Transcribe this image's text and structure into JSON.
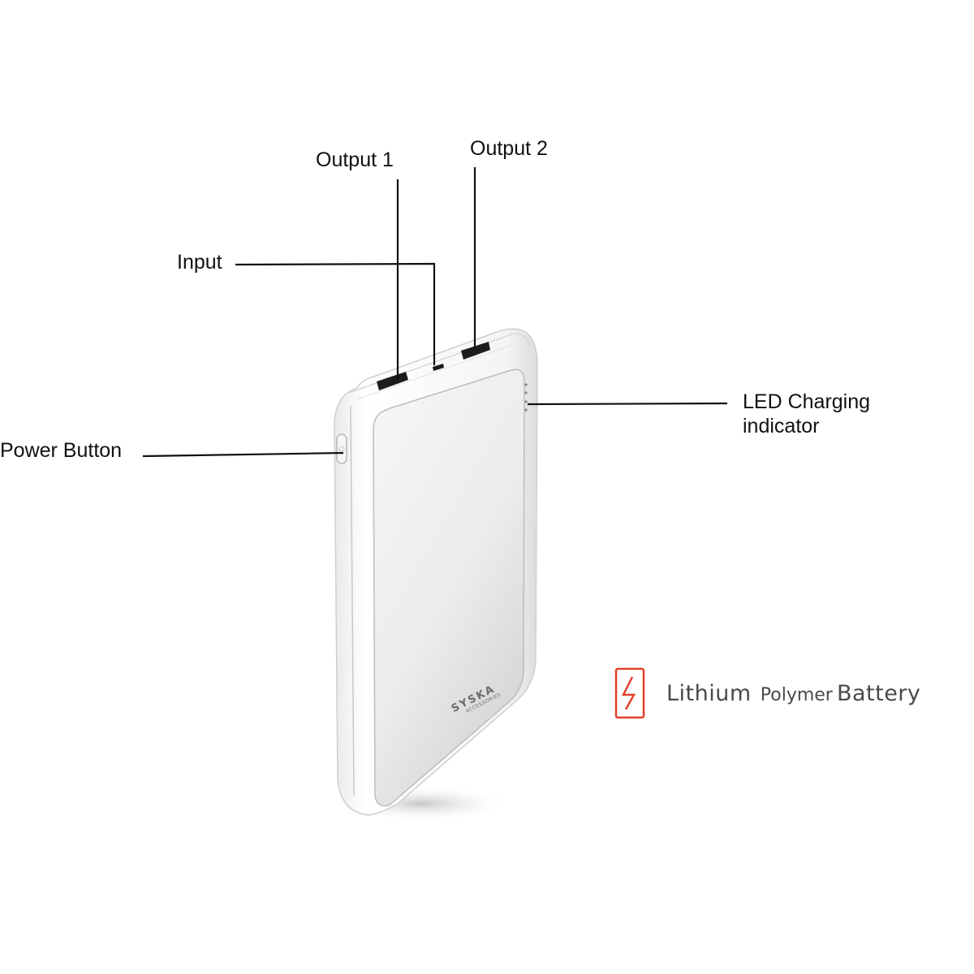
{
  "diagram": {
    "subject": "Power bank",
    "callouts": [
      {
        "id": "output-1",
        "label": "Output 1"
      },
      {
        "id": "output-2",
        "label": "Output 2"
      },
      {
        "id": "input",
        "label": "Input"
      },
      {
        "id": "led",
        "label_line1": "LED Charging",
        "label_line2": "indicator"
      },
      {
        "id": "power",
        "label": "Power Button"
      }
    ],
    "brand": {
      "name": "SYSKA",
      "sub": "ACCESSORIES"
    },
    "badge": {
      "icon": "battery-lightning-icon",
      "word1": "Lithium",
      "word2": "Polymer",
      "word3": "Battery",
      "icon_color": "#e0412b",
      "text_color": "#4a4a4a"
    }
  }
}
